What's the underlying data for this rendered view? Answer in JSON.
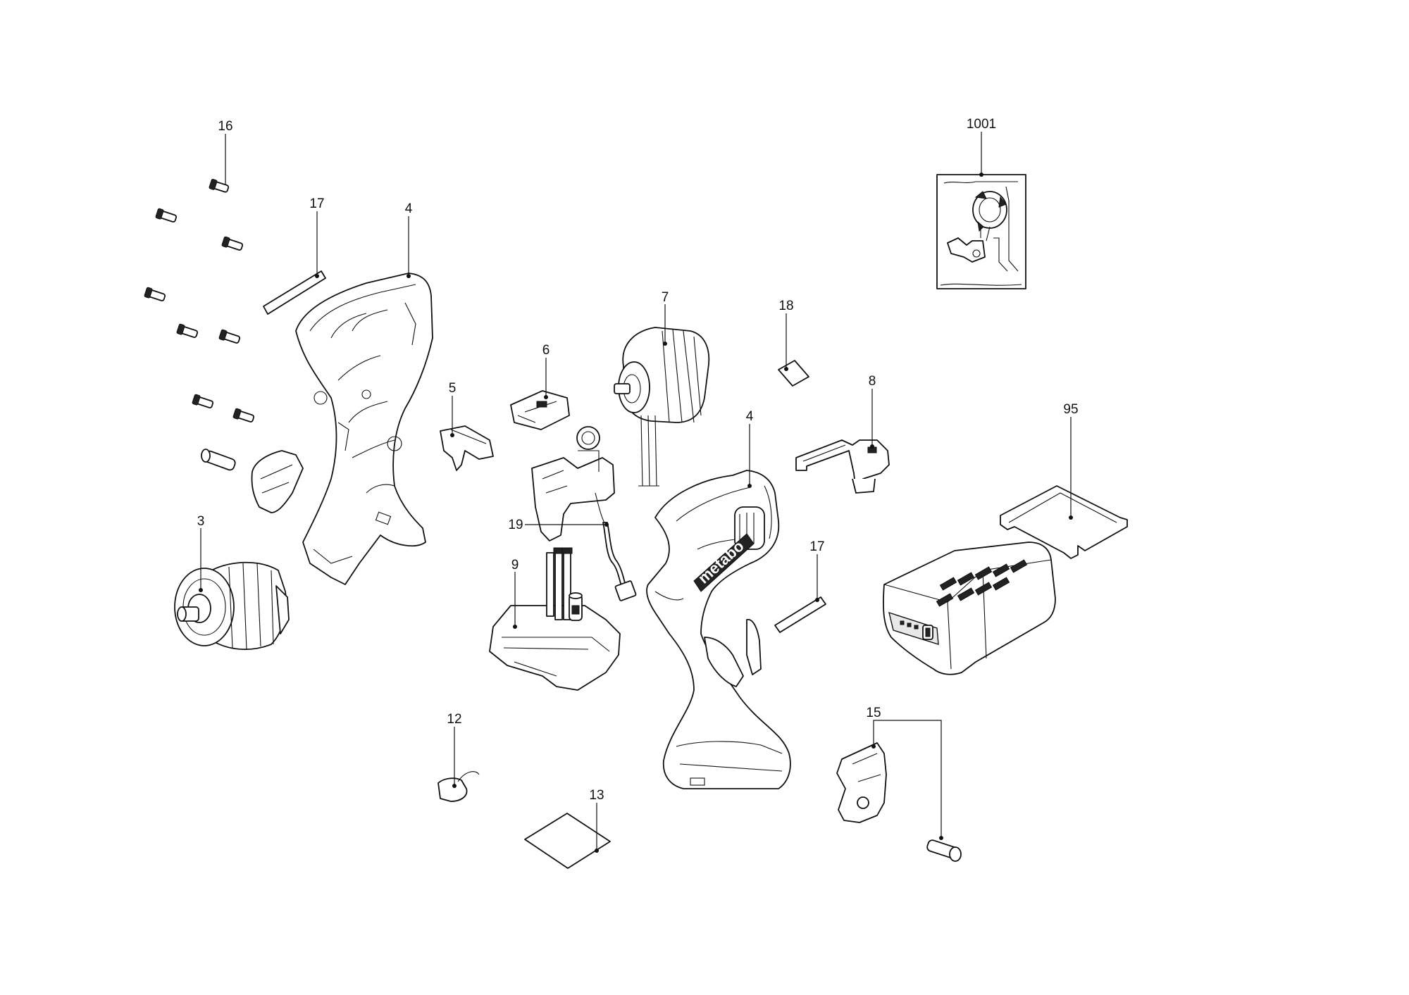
{
  "diagram": {
    "labels": {
      "l16": "16",
      "l17a": "17",
      "l4a": "4",
      "l1001": "1001",
      "l7": "7",
      "l18": "18",
      "l6": "6",
      "l5": "5",
      "l4b": "4",
      "l8": "8",
      "l95": "95",
      "l3": "3",
      "l19": "19",
      "l9": "9",
      "l17b": "17",
      "l15": "15",
      "l12": "12",
      "l13": "13"
    },
    "logo_text": "metabo"
  }
}
